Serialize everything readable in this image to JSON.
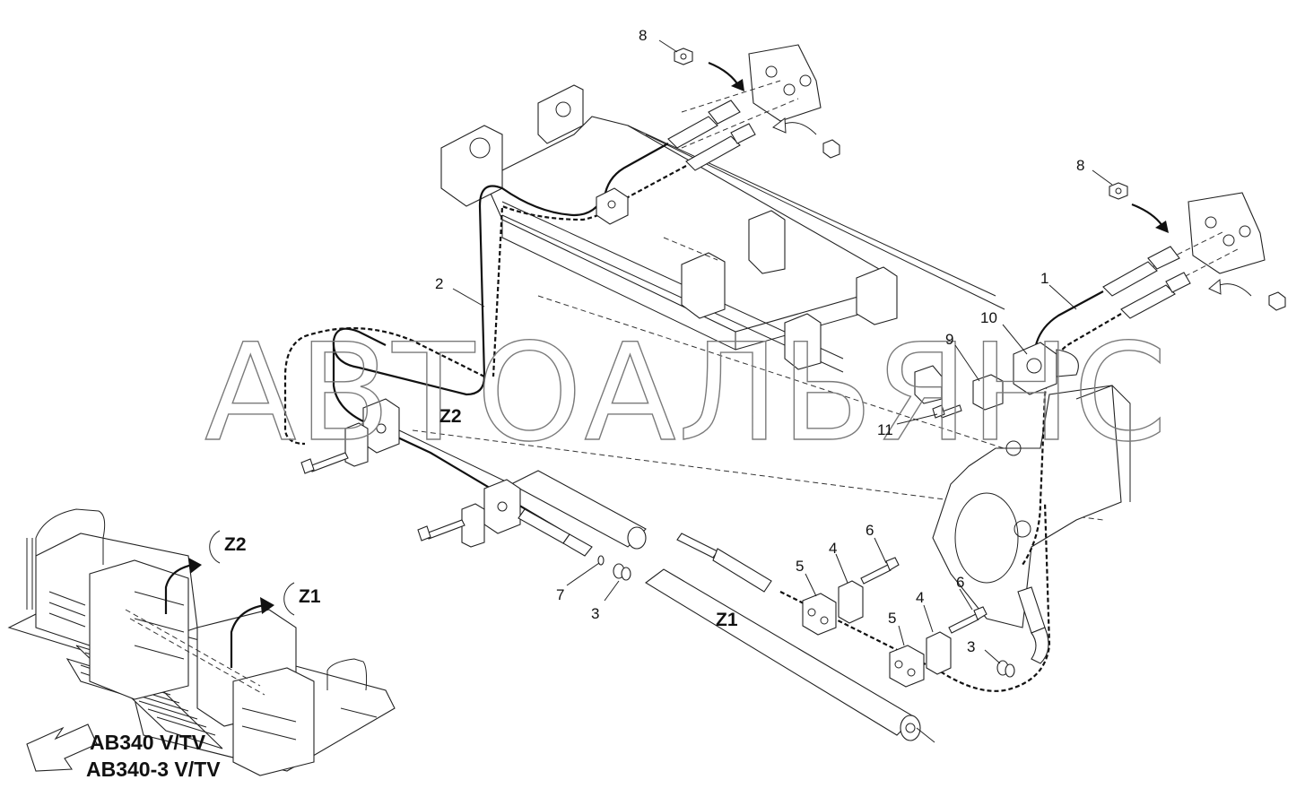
{
  "watermark": "АВТОАЛЬЯНС",
  "models": [
    "AB340 V/TV",
    "AB340-3 V/TV"
  ],
  "zones": {
    "z1": "Z1",
    "z2": "Z2"
  },
  "callouts": {
    "c1": "1",
    "c2": "2",
    "c3a": "3",
    "c3b": "3",
    "c4a": "4",
    "c4b": "4",
    "c5a": "5",
    "c5b": "5",
    "c6a": "6",
    "c6b": "6",
    "c7": "7",
    "c8a": "8",
    "c8b": "8",
    "c9": "9",
    "c10": "10",
    "c11": "11"
  }
}
